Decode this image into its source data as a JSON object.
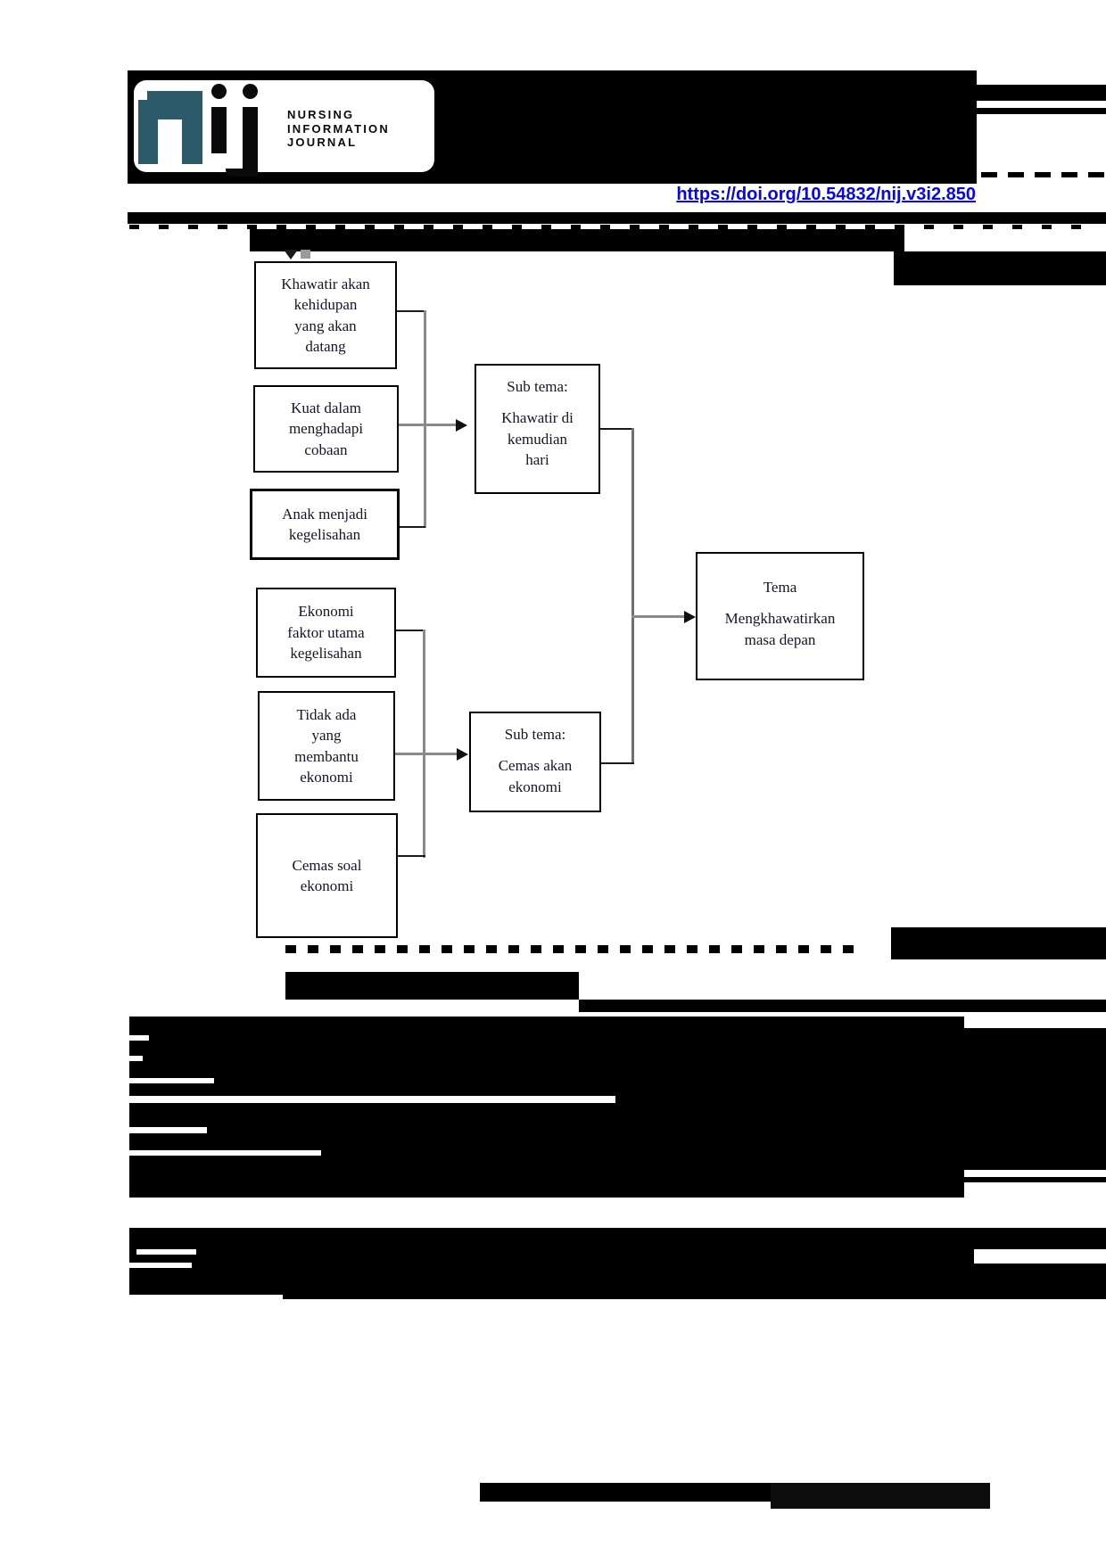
{
  "journal": {
    "logo_lines": [
      "NURSING",
      "INFORMATION",
      "JOURNAL"
    ],
    "doi": "https://doi.org/10.54832/nij.v3i2.850"
  },
  "diagram": {
    "description": "Thematic analysis flowchart: codes to sub-themes to theme",
    "nodes": {
      "n1": {
        "label": "Khawatir akan\nkehidupan\nyang akan\ndatang"
      },
      "n2": {
        "label": "Kuat dalam\nmenghadapi\ncobaan"
      },
      "n3": {
        "label": "Anak menjadi\nkegelisahan"
      },
      "n4": {
        "label": "Ekonomi\nfaktor utama\nkegelisahan"
      },
      "n5": {
        "label": "Tidak ada\nyang\nmembantu\nekonomi"
      },
      "n6": {
        "label": "Cemas soal\nekonomi"
      },
      "s1": {
        "title": "Sub tema:",
        "label": "Khawatir di\nkemudian\nhari"
      },
      "s2": {
        "title": "Sub tema:",
        "label": "Cemas akan\nekonomi"
      },
      "t": {
        "title": "Tema",
        "label": "Mengkhawatirkan\nmasa depan"
      }
    },
    "edges": [
      {
        "from": "n1",
        "to": "s1"
      },
      {
        "from": "n2",
        "to": "s1"
      },
      {
        "from": "n3",
        "to": "s1"
      },
      {
        "from": "n4",
        "to": "s2"
      },
      {
        "from": "n5",
        "to": "s2"
      },
      {
        "from": "n6",
        "to": "s2"
      },
      {
        "from": "s1",
        "to": "t"
      },
      {
        "from": "s2",
        "to": "t"
      }
    ]
  },
  "colors": {
    "logo_teal": "#2d5a68",
    "link_blue": "#0505ee",
    "redaction": "#000000"
  }
}
